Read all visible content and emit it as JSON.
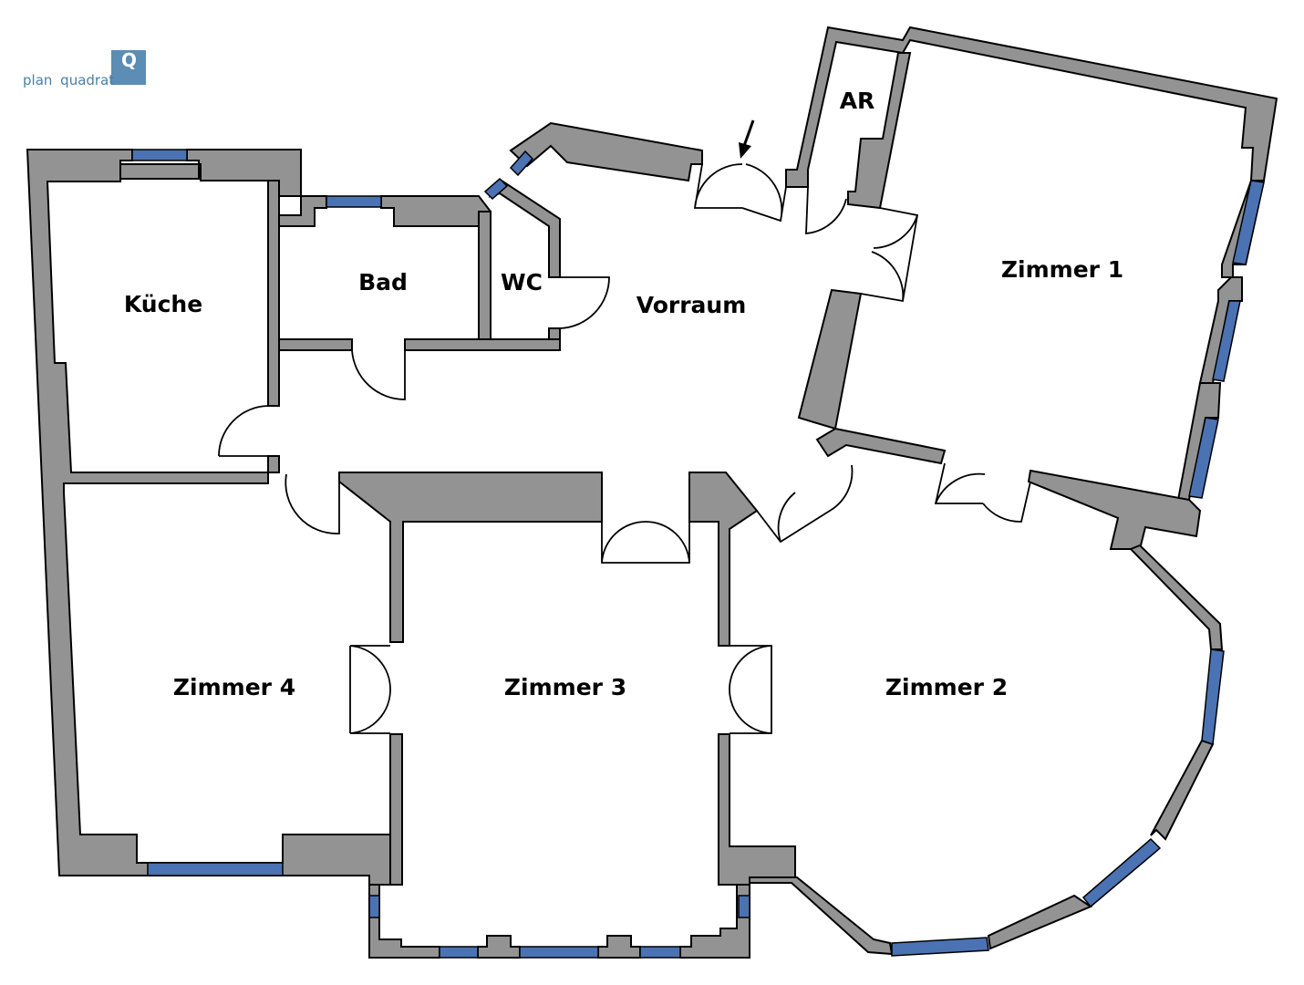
{
  "brand": {
    "name_part1": "plan",
    "name_part2": "quadrat",
    "mark_letter": "Q",
    "color": "#5b8db5"
  },
  "colors": {
    "wall": "#939393",
    "window": "#4b72b3",
    "background": "#ffffff"
  },
  "rooms": [
    {
      "id": "kueche",
      "label": "Küche"
    },
    {
      "id": "bad",
      "label": "Bad"
    },
    {
      "id": "wc",
      "label": "WC"
    },
    {
      "id": "vorraum",
      "label": "Vorraum"
    },
    {
      "id": "ar",
      "label": "AR"
    },
    {
      "id": "zimmer1",
      "label": "Zimmer 1"
    },
    {
      "id": "zimmer2",
      "label": "Zimmer 2"
    },
    {
      "id": "zimmer3",
      "label": "Zimmer 3"
    },
    {
      "id": "zimmer4",
      "label": "Zimmer 4"
    }
  ],
  "entrance_marker": "entrance-arrow-icon"
}
